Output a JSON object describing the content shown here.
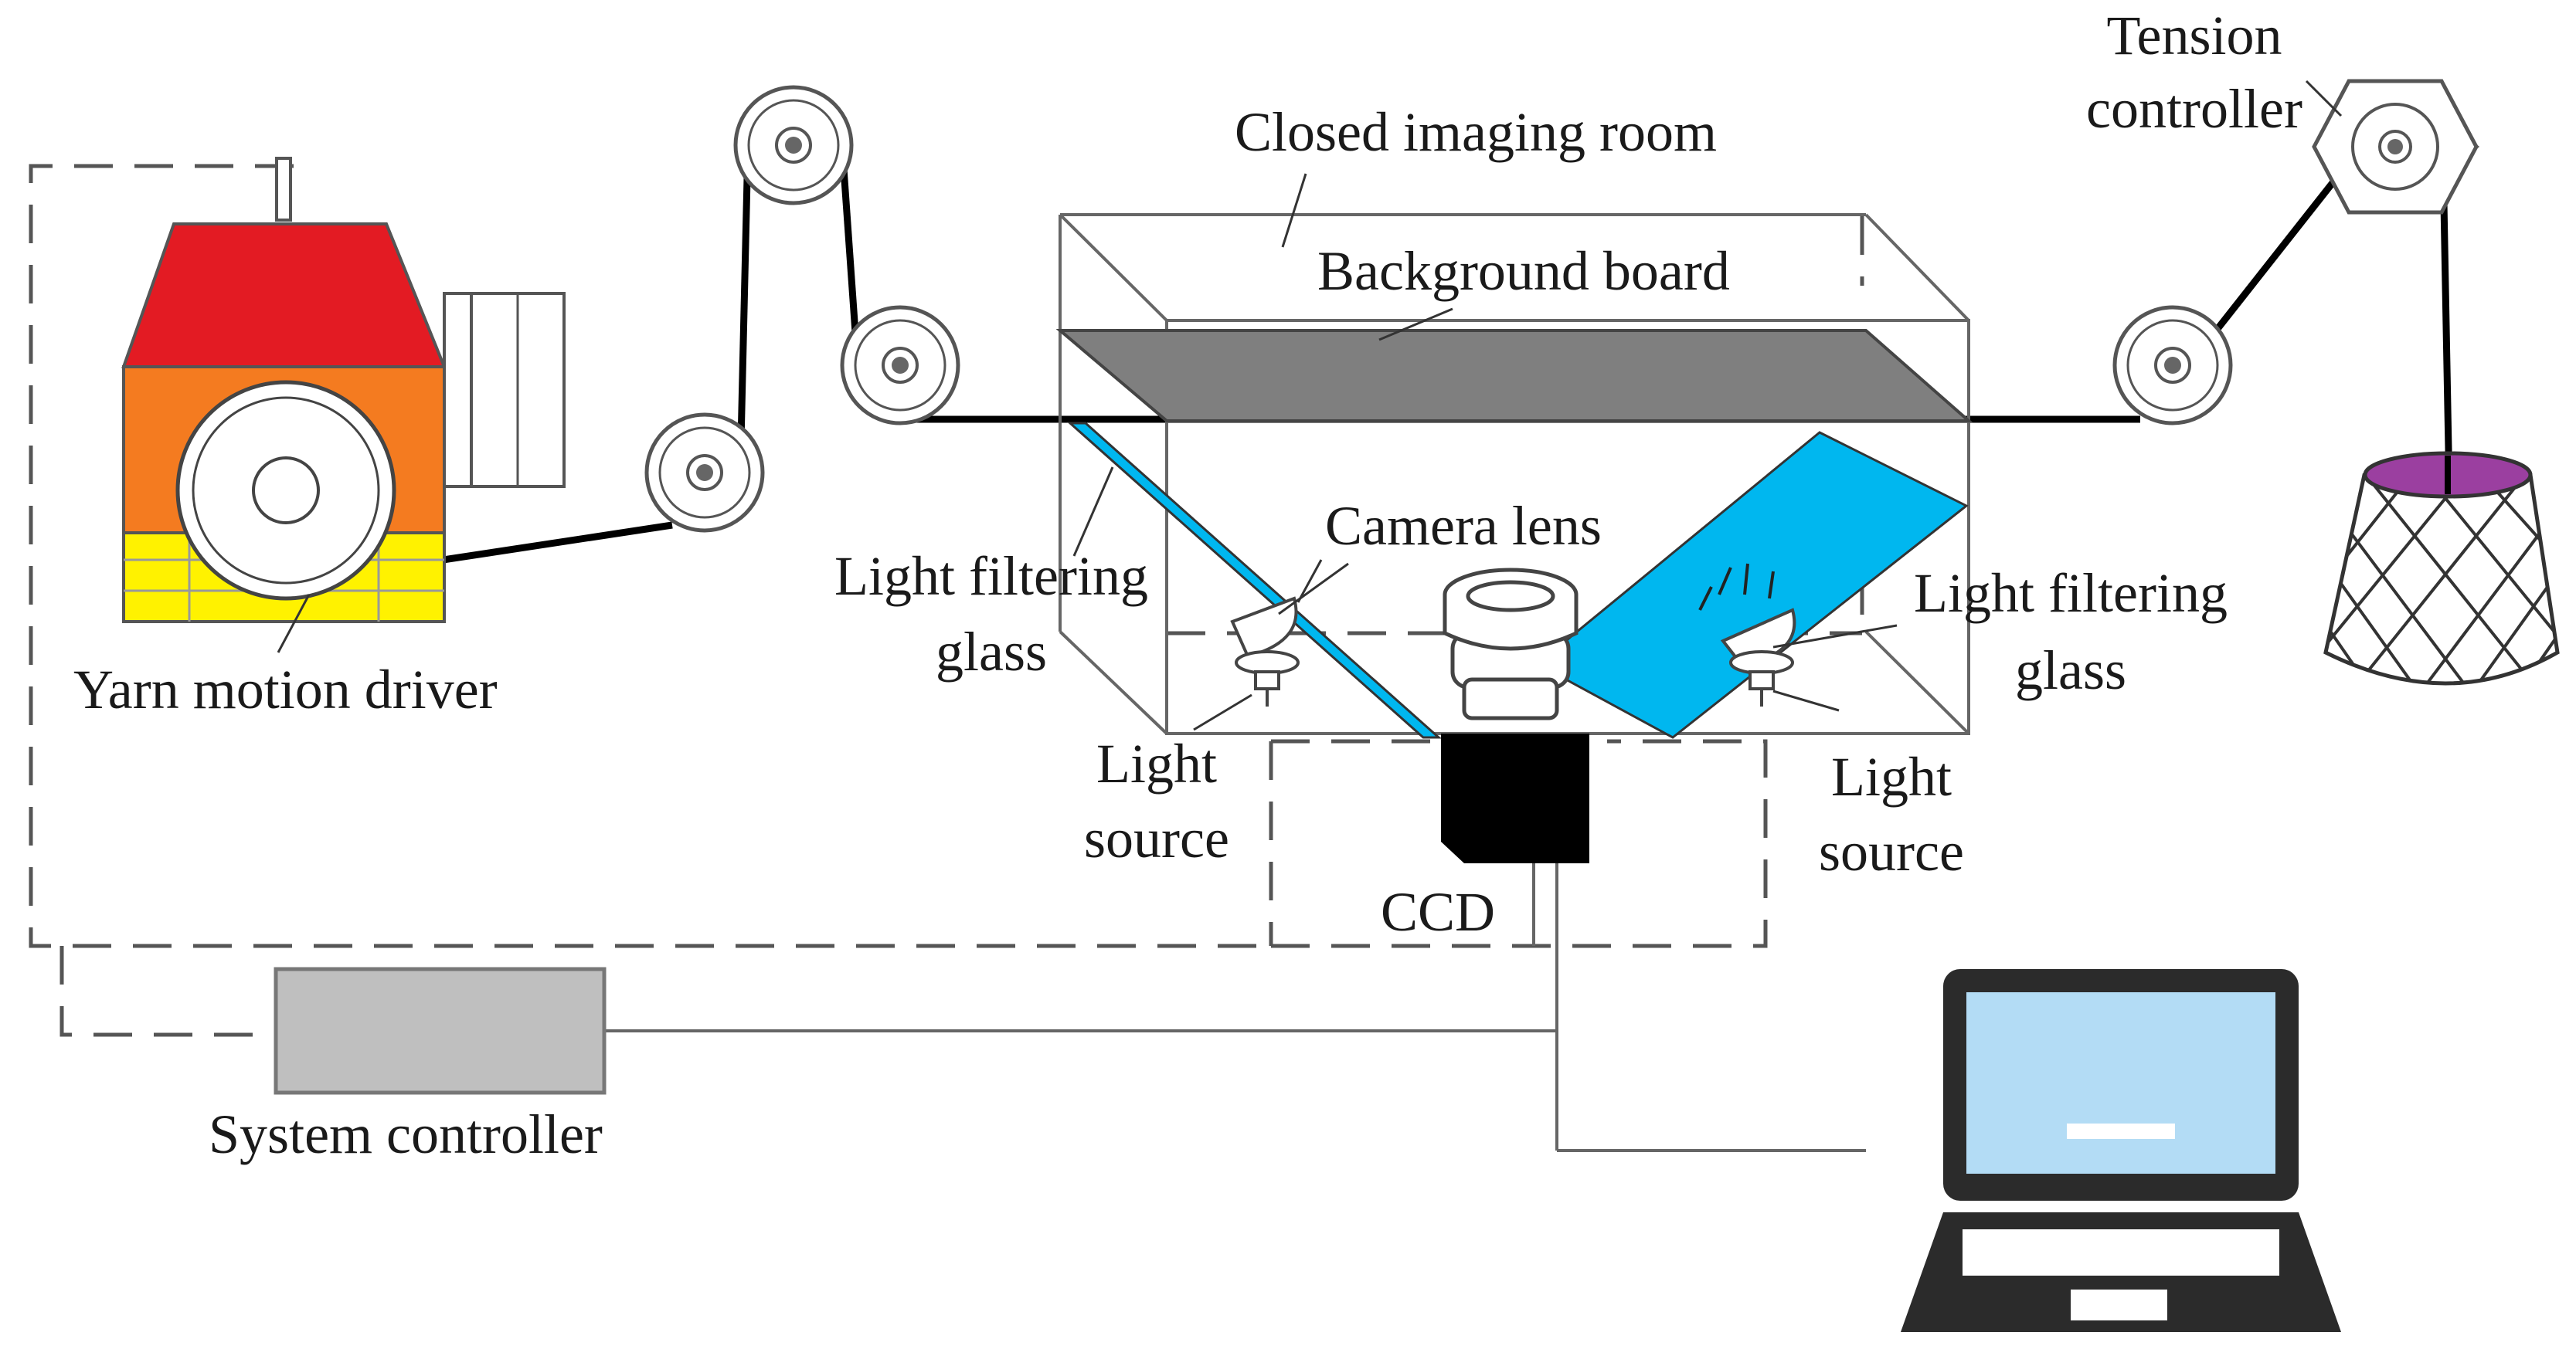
{
  "labels": {
    "tension_controller": [
      "Tension",
      "controller"
    ],
    "closed_imaging_room": "Closed imaging room",
    "background_board": "Background board",
    "camera_lens": "Camera lens",
    "light_filtering_glass_left": [
      "Light filtering",
      "glass"
    ],
    "light_filtering_glass_right": [
      "Light filtering",
      "glass"
    ],
    "light_source_left": [
      "Light",
      "source"
    ],
    "light_source_right": [
      "Light",
      "source"
    ],
    "ccd": "CCD",
    "yarn_motion_driver": "Yarn motion driver",
    "system_controller": "System controller"
  },
  "colors": {
    "motor_top": "#e31b23",
    "motor_mid": "#f47b20",
    "motor_base": "#fff200",
    "filter_glass": "#00b7ef",
    "background_board": "#7f7f7f",
    "bobbin": "#9b3fa0",
    "controller_box": "#bfbfbf",
    "laptop_screen": "#b3dcf5",
    "laptop_frame": "#2b2b2b"
  },
  "icons": [
    "motor-icon",
    "pulley-icon",
    "tension-controller-icon",
    "yarn-bobbin-icon",
    "laptop-icon",
    "ccd-camera-icon",
    "camera-lens-icon",
    "light-source-icon"
  ]
}
